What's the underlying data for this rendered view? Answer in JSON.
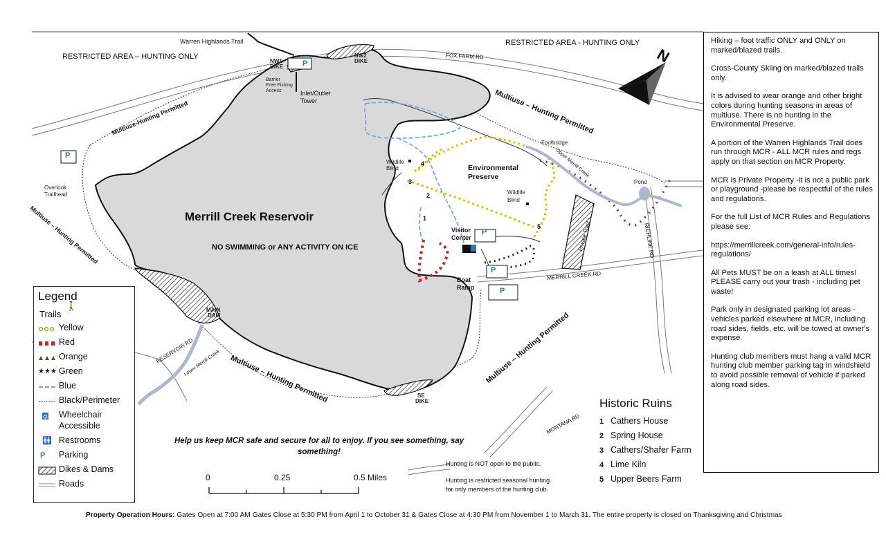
{
  "map": {
    "reservoir_name": "Merrill Creek Reservoir",
    "no_swimming": "NO SWIMMING or ANY ACTIVITY ON ICE",
    "restricted_left": "RESTRICTED AREA – HUNTING ONLY",
    "restricted_right": "RESTRICTED AREA - HUNTING ONLY",
    "warren_trail": "Warren Highlands Trail",
    "fox_farm_rd": "FOX FARM RD",
    "richline_rd": "RICHLINE RD",
    "merrill_creek_rd": "MERRILL CREEK RD",
    "montana_rd": "MONTANA RD",
    "reservoir_rd": "RESERVOIR RD",
    "lower_merrill_creek": "Lower Merrill Creek",
    "upper_merrill_creek": "Upper Merrill Creek",
    "multiuse_1": "Multiuse-Hunting Permitted",
    "multiuse_2": "Multiuse – Hunting Permitted",
    "multiuse_3": "Multiuse – Hunting Permitted",
    "multiuse_4": "Multiuse – Hunting Permitted",
    "multiuse_5": "Multiuse – Hunting Permitted",
    "nw1_dike_1": "NW1",
    "nw1_dike_2": "DIKE",
    "nw2_dike_1": "NW2",
    "nw2_dike_2": "DIKE",
    "main_dam_1": "MAIN",
    "main_dam_2": "DAM",
    "se_dike_1": "SE",
    "se_dike_2": "DIKE",
    "barrier_free_1": "Barrier",
    "barrier_free_2": "Free Fishing",
    "barrier_free_3": "Access",
    "inlet_tower_1": "Inlet/Outlet",
    "inlet_tower_2": "Tower",
    "overlook_1": "Overlook",
    "overlook_2": "Trailhead",
    "env_preserve_1": "Environmental",
    "env_preserve_2": "Preserve",
    "wildlife_blind_1a": "Wildlife",
    "wildlife_blind_1b": "Blind",
    "wildlife_blind_2a": "Wildlife",
    "wildlife_blind_2b": "Blind",
    "footbridge": "Footbridge",
    "pond": "Pond",
    "private_tract": "Private Tract",
    "visitor_center_1": "Visitor",
    "visitor_center_2": "Center",
    "boat_ramp_1": "Boat",
    "boat_ramp_2": "Ramp",
    "ruin_num_1": "1",
    "ruin_num_2": "2",
    "ruin_num_3": "3",
    "ruin_num_4": "4",
    "ruin_num_5": "5",
    "parking_p": "P",
    "north": "N"
  },
  "safety_message_1": "Help us keep MCR safe and secure for all to enjoy.  If you see something, say",
  "safety_message_2": "something!",
  "hunting_note_1": "Hunting is NOT open to the public.",
  "hunting_note_2a": "Hunting is restricted seasonal hunting",
  "hunting_note_2b": "for only members of the hunting club.",
  "scale": {
    "tick_0": "0",
    "tick_1": "0.25",
    "tick_2": "0.5 Miles"
  },
  "legend": {
    "title": "Legend",
    "subtitle": "Trails",
    "items": [
      {
        "label": "Yellow",
        "color": "#c8c800"
      },
      {
        "label": "Red",
        "color": "#c0272d"
      },
      {
        "label": "Orange",
        "color": "#6b4a2a"
      },
      {
        "label": "Green",
        "color": "#222222"
      },
      {
        "label": "Blue",
        "color": "#7fa6cf"
      },
      {
        "label": "Black/Perimeter",
        "color": "#333333"
      },
      {
        "label": "Wheelchair",
        "label2": "Accessible",
        "color": "#3b6fb0"
      },
      {
        "label": "Restrooms",
        "color": "#111111"
      },
      {
        "label": "Parking",
        "color": "#3b6fb0"
      },
      {
        "label": "Dikes & Dams",
        "color": "#111111"
      },
      {
        "label": "Roads",
        "color": "#888888"
      }
    ]
  },
  "ruins": {
    "title": "Historic Ruins",
    "items": [
      {
        "num": "1",
        "name": "Cathers House"
      },
      {
        "num": "2",
        "name": "Spring House"
      },
      {
        "num": "3",
        "name": "Cathers/Shafer Farm"
      },
      {
        "num": "4",
        "name": "Lime Kiln"
      },
      {
        "num": "5",
        "name": "Upper Beers Farm"
      }
    ]
  },
  "rules": [
    "Hiking – foot traffic ONLY and ONLY on marked/blazed trails.",
    "Cross-County Skiing on marked/blazed trails only.",
    "It is advised to wear orange and other bright colors during hunting seasons in areas of multiuse.  There is no hunting in the Environmental Preserve.",
    "A portion of the Warren Highlands Trail does run through MCR - ALL MCR rules and regs apply on that section on MCR Property.",
    "MCR is Private Property -it is not a public park or playground -please be respectful of the rules and regulations.",
    "For the full List of MCR Rules and Regulations please see:",
    "https://merrillcreek.com/general-info/rules-regulations/",
    "All Pets MUST be on a leash at ALL times! PLEASE carry out your trash - including pet waste!",
    "Park only in designated parking lot areas - vehicles parked elsewhere at MCR, including road sides, fields, etc. will be towed at owner's expense.",
    "Hunting club members must hang a valid MCR hunting club member parking tag in windshield to avoid possible removal of vehicle if parked along road sides."
  ],
  "footer": {
    "label": "Property Operation Hours:",
    "text": "Gates Open at 7:00 AM    Gates Close at 5:30 PM from April 1 to October 31  &  Gates Close at 4:30 PM from November 1 to March 31.    The entire property is closed on Thanksgiving and Christmas"
  }
}
